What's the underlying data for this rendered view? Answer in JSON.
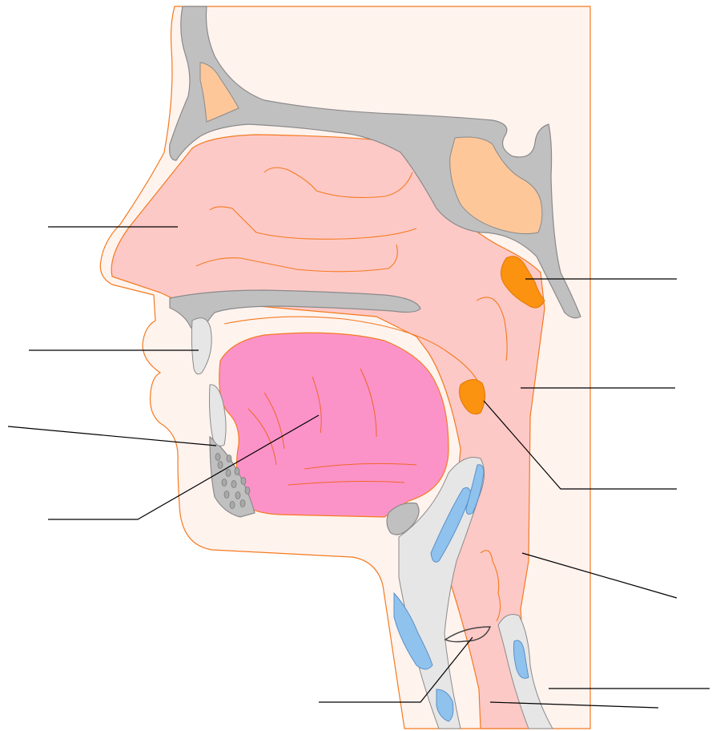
{
  "diagram": {
    "type": "anatomical-sagittal-section",
    "labels_present": false,
    "colors": {
      "skin_outline": "#f47a20",
      "skin_fill": "#fff3ee",
      "mucosa_fill": "#fdc9c6",
      "tongue_fill": "#fc93c8",
      "bone_fill": "#c0c0c0",
      "bone_stroke": "#8a8a8a",
      "sinus_fill": "#fdc79a",
      "tonsil_fill": "#fb9210",
      "cartilage_fill": "#e6e6e6",
      "cartilage_blue": "#8fc3ee",
      "leader_line": "#000000"
    },
    "leader_lines": [
      {
        "id": "nasal-cavity",
        "side": "left"
      },
      {
        "id": "lip-tooth",
        "side": "left"
      },
      {
        "id": "mandible",
        "side": "left"
      },
      {
        "id": "tongue",
        "side": "left"
      },
      {
        "id": "adenoid",
        "side": "right"
      },
      {
        "id": "pharynx",
        "side": "right"
      },
      {
        "id": "palatine-tonsil",
        "side": "right"
      },
      {
        "id": "laryngopharynx",
        "side": "right"
      },
      {
        "id": "esophagus",
        "side": "right"
      },
      {
        "id": "trachea",
        "side": "right"
      },
      {
        "id": "vocal-folds",
        "side": "left"
      }
    ]
  }
}
